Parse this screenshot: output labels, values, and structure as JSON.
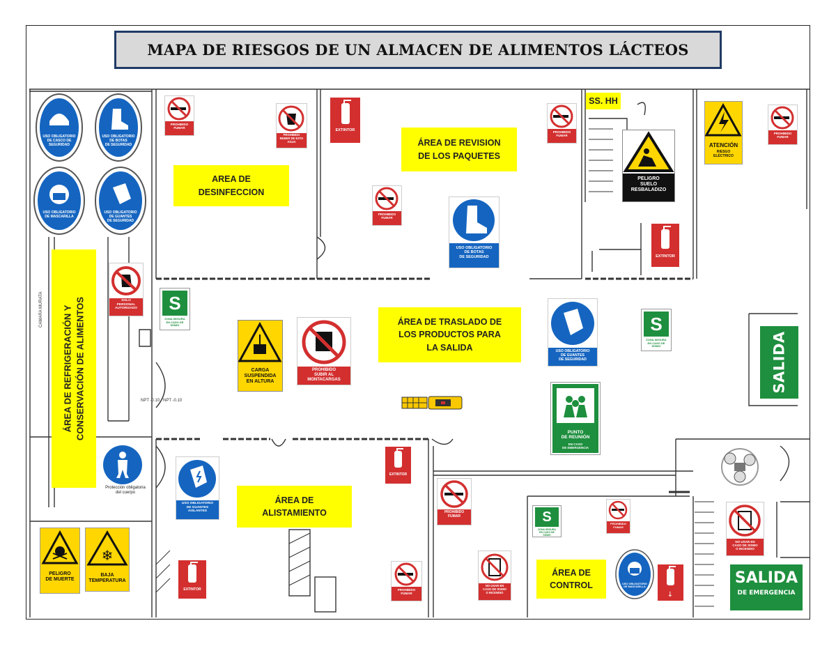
{
  "title": "MAPA DE RIESGOS DE UN ALMACEN DE ALIMENTOS LÁCTEOS",
  "areas": {
    "refrigeracion": "ÁREA DE REFRIGERACIÓN Y\nCONSERVACIÓN DE ALIMENTOS",
    "desinfeccion": "AREA DE\nDESINFECCION",
    "revision": "ÁREA DE REVISION\nDE LOS PAQUETES",
    "traslado": "ÁREA DE TRASLADO DE\nLOS PRODUCTOS PARA\nLA SALIDA",
    "alistamiento": "ÁREA DE\nALISTAMIENTO",
    "control": "ÁREA DE\nCONTROL",
    "sshh": "SS. HH"
  },
  "signs": {
    "casco": "USO OBLIGATORIO\nDE CASCO DE\nSEGURIDAD",
    "botas_top": "USO OBLIGATORIO\nDE BOTAS\nDE SEGURIDAD",
    "mascarilla": "USO OBLIGATORIO\nDE MASCARILLA",
    "guantes_left": "USO OBLIGATORIO\nDE GUANTES\nDE SEGURIDAD",
    "solo_personal": "SOLO\nPERSONAL\nAUTORIZADO",
    "proteccion_cuerpo": "Protección obligatoria\ndel cuerpo",
    "peligro_muerte": "PELIGRO\nDE MUERTE",
    "baja_temperatura": "BAJA\nTEMPERATURA",
    "prohibido_fumar": "PROHIBIDO\nFUMAR",
    "prohibido_beber": "PROHIBIDO\nBEBER DE ESTA\nAGUA",
    "extintor": "EXTINTOR",
    "botas_mid": "USO OBLIGATORIO\nDE BOTAS\nDE SEGURIDAD",
    "peligro_suelo": "PELIGRO\nSUELO\nRESBALADIZO",
    "atencion_title": "ATENCIÓN",
    "atencion_sub": "RIESGO\nELÉCTRICO",
    "carga_suspendida": "CARGA\nSUSPENDIDA\nEN ALTURA",
    "prohibido_subir": "PROHIBIDO\nSUBIR AL\nMONTACARGAS",
    "guantes_right": "USO OBLIGATORIO\nDE GUANTES\nDE SEGURIDAD",
    "salida_s": "S",
    "salida_s_caption": "ZONA SEGURA\nEN CASO DE\nSISMO",
    "punto_reunion": "PUNTO\nDE REUNIÓN",
    "punto_reunion_sub": "EN CASO\nDE EMERGENCIA",
    "guantes_aislantes": "USO OBLIGATORIO\nDE GUANTES\nAISLANTES",
    "no_usar_ascensor": "NO USAR EN\nCASO DE SISMO\nO INCENDIO",
    "mascarilla_control": "USO OBLIGATORIO\nDE MASCARILLA",
    "salida": "SALIDA",
    "salida_emergencia_1": "SALIDA",
    "salida_emergencia_2": "DE EMERGENCIA"
  },
  "wall_labels": {
    "camara": "CAMARA MURATA",
    "npt1": "NPT -0.10",
    "npt2": "NPT -0.10"
  },
  "colors": {
    "title_border": "#1f3a66",
    "title_bg": "#d9d9d9",
    "area_yellow": "#ffff00",
    "mandatory_blue": "#1565c0",
    "prohibition_red": "#d32f2f",
    "safe_green": "#1e8f3e",
    "warning_yellow": "#ffd600"
  }
}
